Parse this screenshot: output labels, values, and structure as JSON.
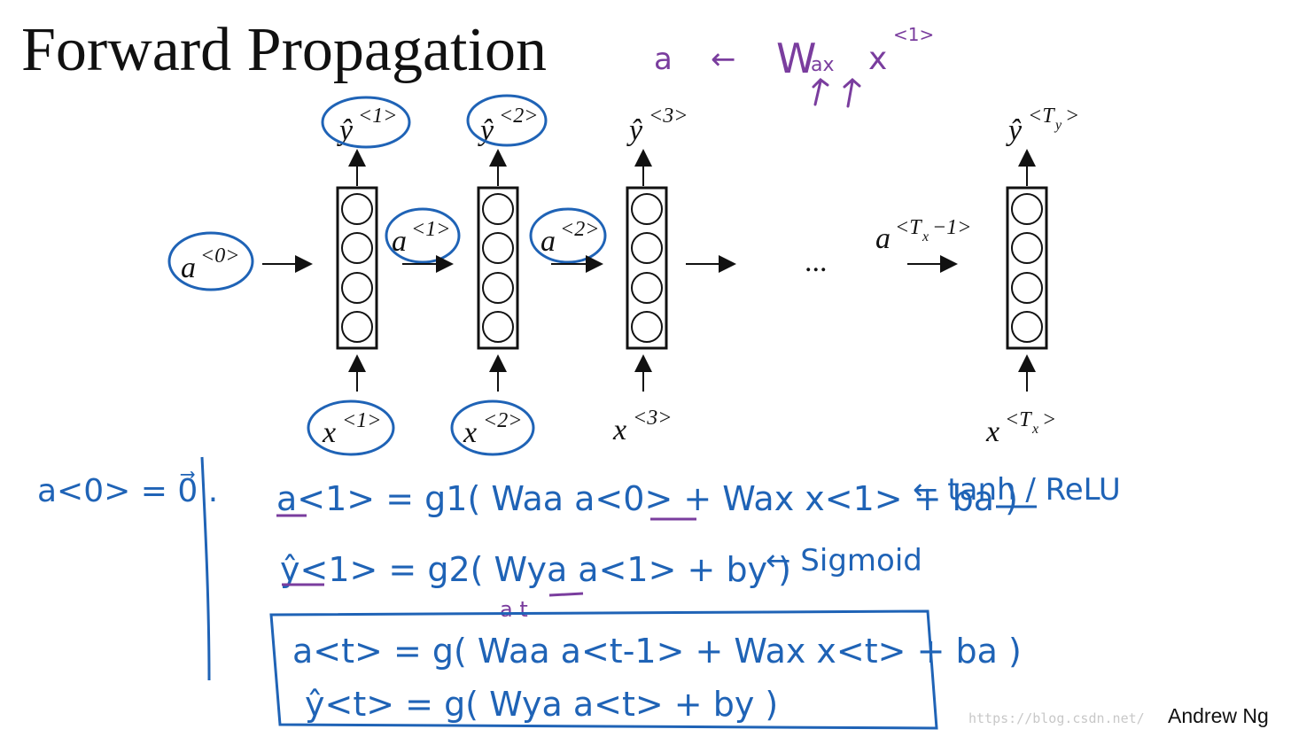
{
  "title": "Forward Propagation",
  "author": "Andrew Ng",
  "watermark": "https://blog.csdn.net/",
  "colors": {
    "ink": "#111111",
    "annotation_blue": "#1f63b6",
    "annotation_purple": "#7a3d9e"
  },
  "top_note": {
    "lhs": "a",
    "arrow": "←",
    "w": "W",
    "w_sub": "ax",
    "x": "x",
    "x_sup": "<1>"
  },
  "diagram": {
    "initial_activation": {
      "base": "a",
      "sup": "<0>"
    },
    "ellipsis": "...",
    "last_activation": {
      "base": "a",
      "sup_pre": "<T",
      "sup_sub": "x",
      "sup_post": "−1>"
    },
    "cells": [
      {
        "y_base": "ŷ",
        "y_sup": "<1>",
        "x_base": "x",
        "x_sup": "<1>",
        "a_base": "a",
        "a_sup": "<1>"
      },
      {
        "y_base": "ŷ",
        "y_sup": "<2>",
        "x_base": "x",
        "x_sup": "<2>",
        "a_base": "a",
        "a_sup": "<2>"
      },
      {
        "y_base": "ŷ",
        "y_sup": "<3>",
        "x_base": "x",
        "x_sup": "<3>"
      },
      {
        "y_base": "ŷ",
        "y_sup_pre": "<T",
        "y_sup_sub": "y",
        "y_sup_post": ">",
        "x_base": "x",
        "x_sup_pre": "<T",
        "x_sup_sub": "x",
        "x_sup_post": ">"
      }
    ]
  },
  "notes": {
    "init": "a<0> = 0⃗ .",
    "eq1": "a<1> = g1( Waa a<0> + Wax x<1> + ba )",
    "eq1_hint": "← tanh / ReLU",
    "eq2": "ŷ<1> = g2( Wya a<1> + by )",
    "eq2_hint": "← Sigmoid",
    "eq2_under": "a t",
    "eq3": "a<t> = g( Waa a<t-1> + Wax x<t> + ba )",
    "eq4": "ŷ<t> = g( Wya a<t> + by )"
  }
}
